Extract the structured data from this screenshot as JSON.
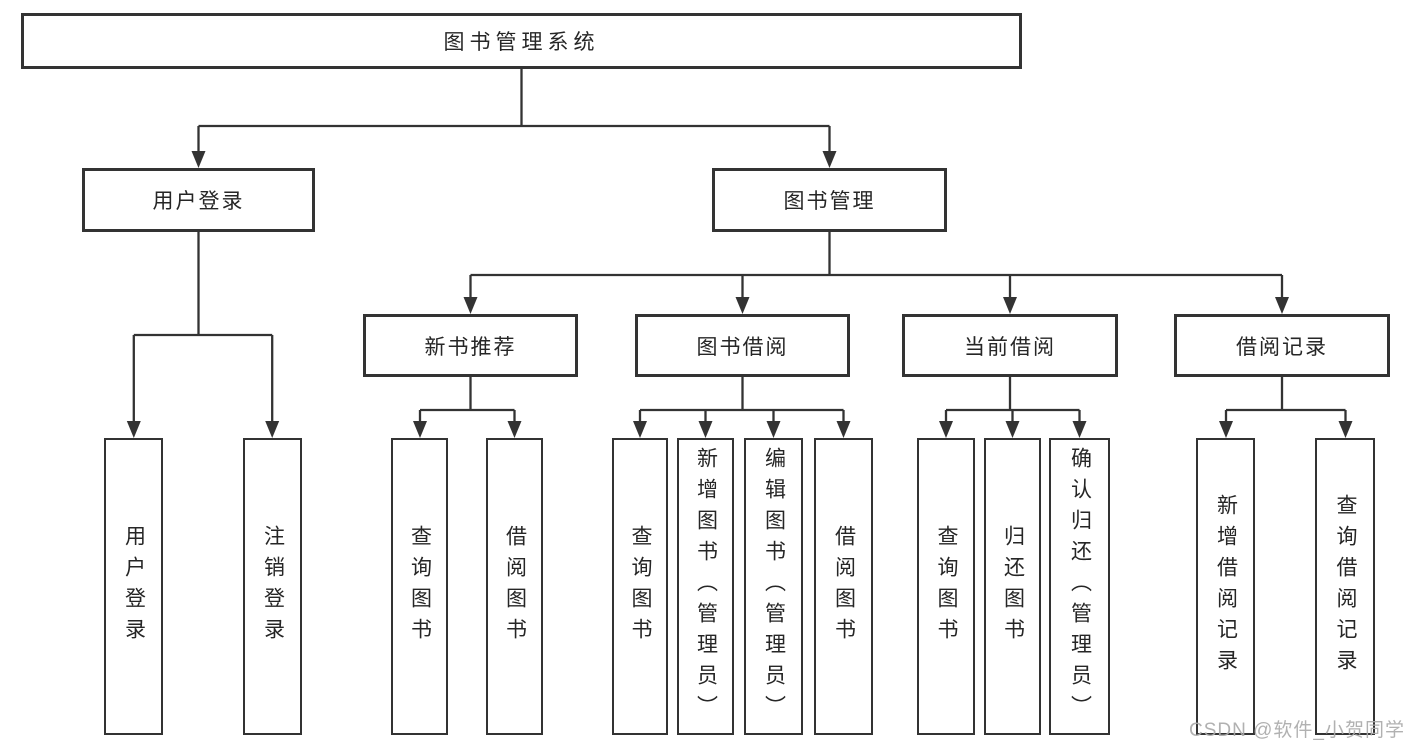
{
  "diagram": {
    "root": {
      "label": "图书管理系统"
    },
    "level2": [
      {
        "label": "用户登录",
        "children": [
          {
            "label": "用户登录"
          },
          {
            "label": "注销登录"
          }
        ]
      },
      {
        "label": "图书管理",
        "sections": [
          {
            "label": "新书推荐",
            "children": [
              {
                "label": "查询图书"
              },
              {
                "label": "借阅图书"
              }
            ]
          },
          {
            "label": "图书借阅",
            "children": [
              {
                "label": "查询图书"
              },
              {
                "label": "新增图书（管理员）"
              },
              {
                "label": "编辑图书（管理员）"
              },
              {
                "label": "借阅图书"
              }
            ]
          },
          {
            "label": "当前借阅",
            "children": [
              {
                "label": "查询图书"
              },
              {
                "label": "归还图书"
              },
              {
                "label": "确认归还（管理员）"
              }
            ]
          },
          {
            "label": "借阅记录",
            "children": [
              {
                "label": "新增借阅记录"
              },
              {
                "label": "查询借阅记录"
              }
            ]
          }
        ]
      }
    ]
  },
  "watermark": {
    "text": "CSDN @软件_小贺同学"
  },
  "colors": {
    "line": "#333333",
    "text": "#262626",
    "watermark": "#ababab",
    "background": "#ffffff"
  }
}
